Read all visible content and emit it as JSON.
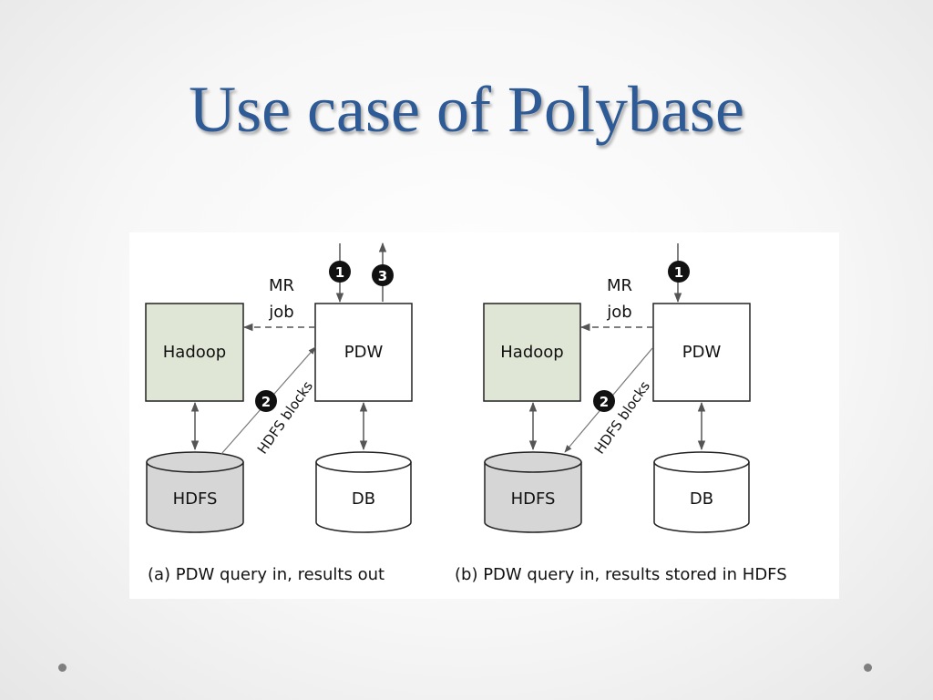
{
  "slide": {
    "title": "Use case of Polybase"
  },
  "colors": {
    "title": "#2e5a96",
    "hadoop_fill": "#dfe6d5",
    "hdfs_fill": "#d6d6d6",
    "badge_fill": "#111111",
    "arrow": "#555555"
  },
  "diagram_a": {
    "hadoop": "Hadoop",
    "pdw": "PDW",
    "hdfs": "HDFS",
    "db": "DB",
    "mr_line1": "MR",
    "mr_line2": "job",
    "hdfs_blocks": "HDFS blocks",
    "step1": "1",
    "step2": "2",
    "step3": "3",
    "caption": "(a) PDW query in, results out"
  },
  "diagram_b": {
    "hadoop": "Hadoop",
    "pdw": "PDW",
    "hdfs": "HDFS",
    "db": "DB",
    "mr_line1": "MR",
    "mr_line2": "job",
    "hdfs_blocks": "HDFS blocks",
    "step1": "1",
    "step2": "2",
    "caption": "(b) PDW query in, results stored in HDFS"
  }
}
